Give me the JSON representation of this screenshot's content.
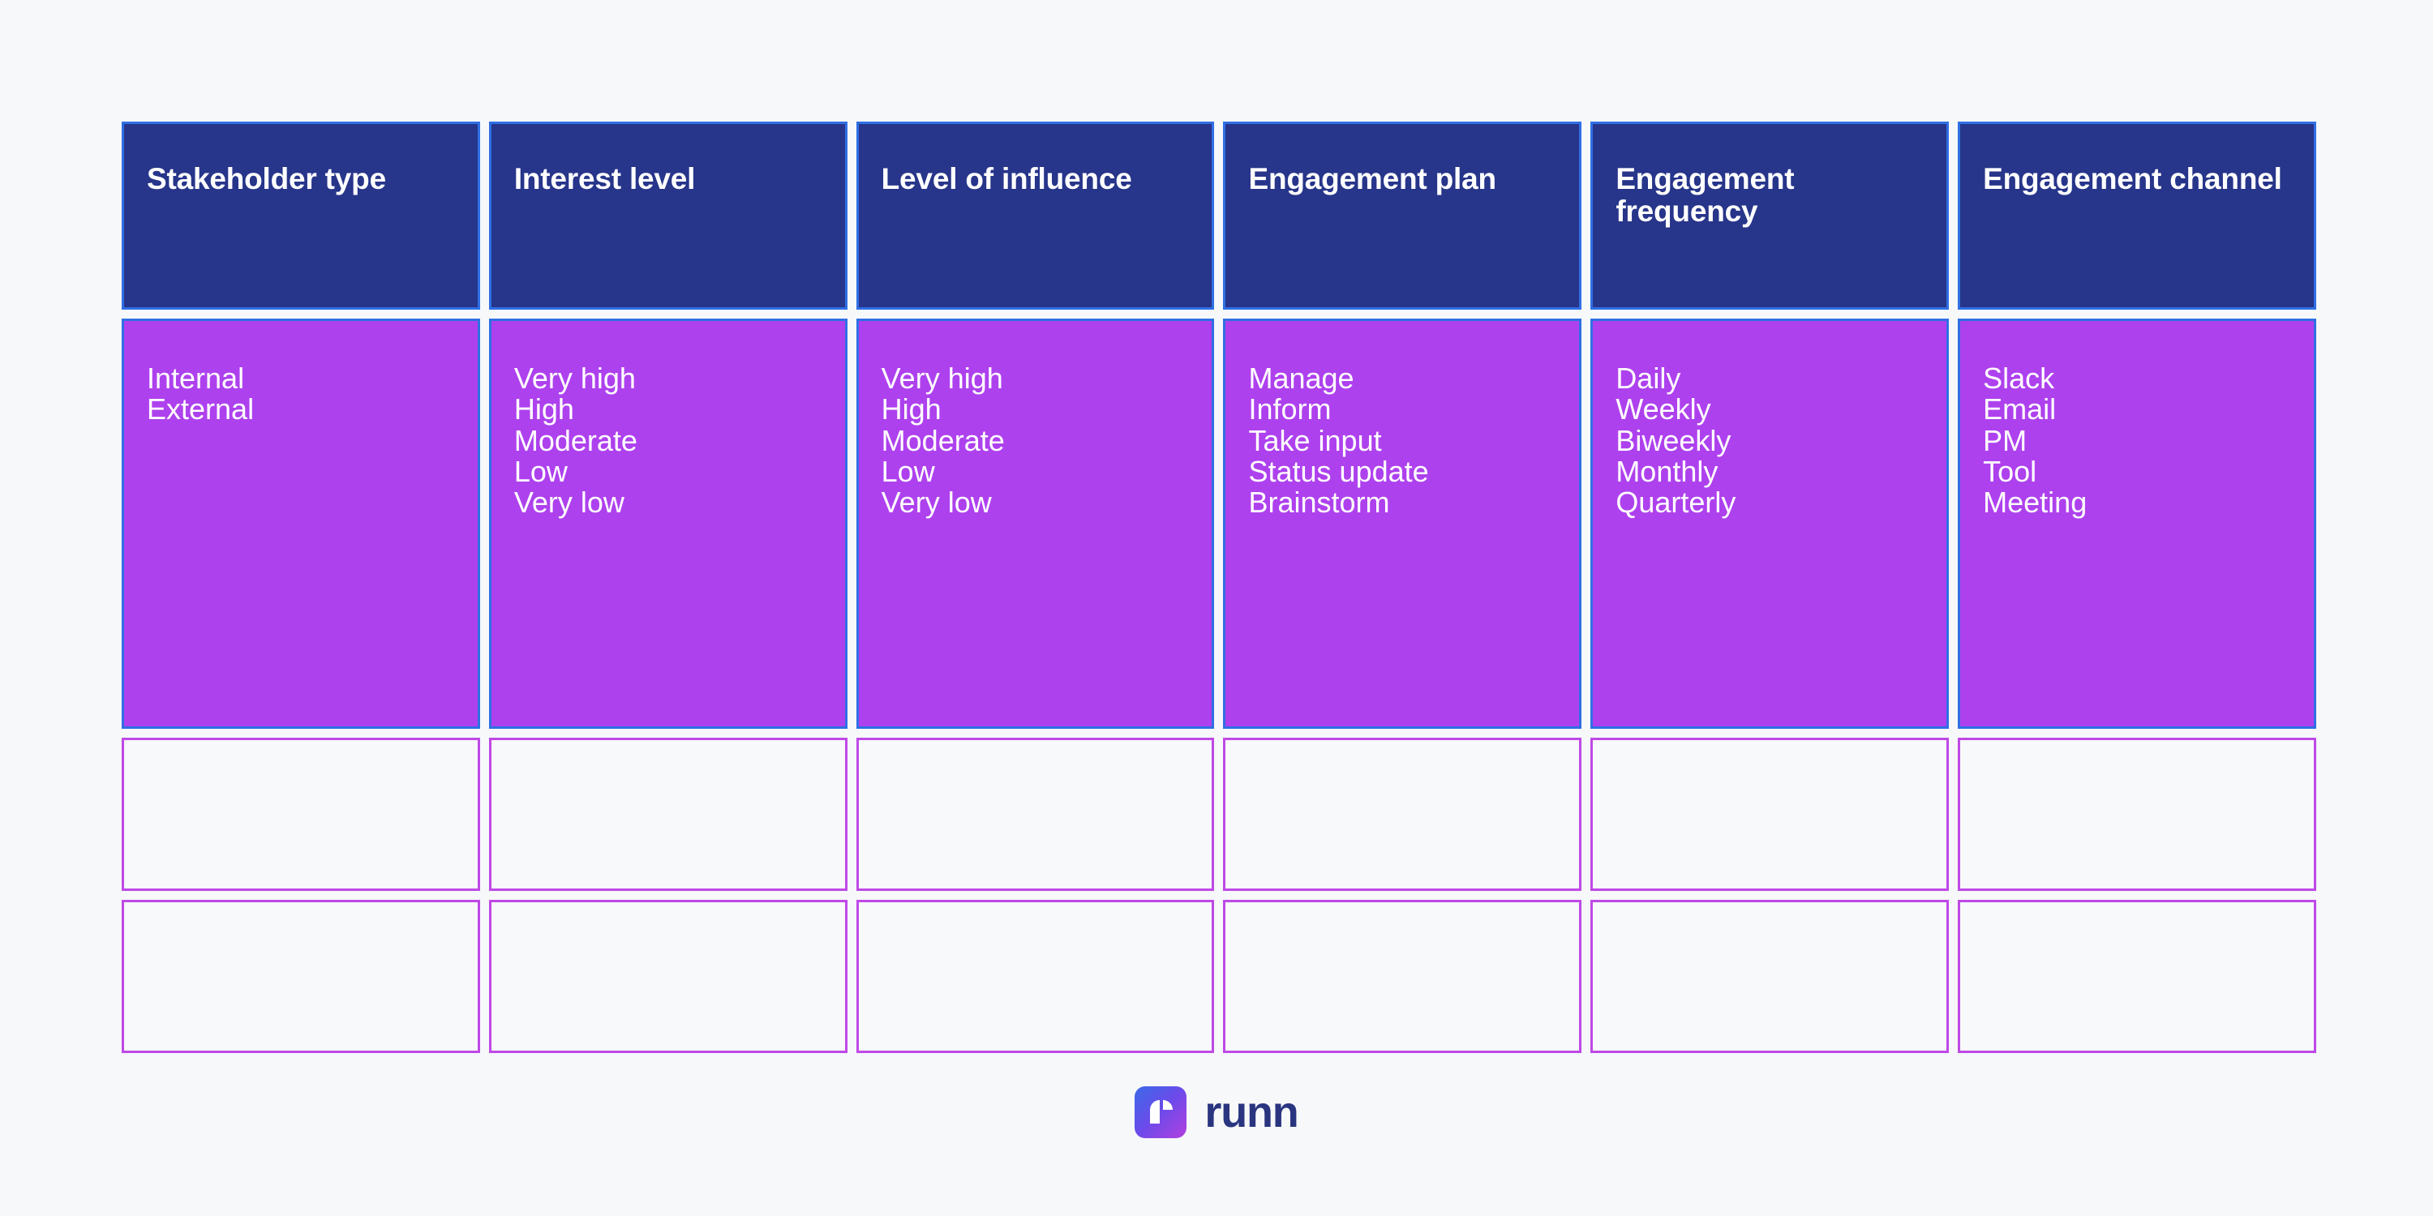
{
  "page": {
    "background_color": "#f6f8fa"
  },
  "table": {
    "header_bg": "#27358a",
    "header_border": "#2f6fe4",
    "data_bg": "#ae41ee",
    "data_border": "#2f6fe4",
    "empty_border": "#bf49e6",
    "text_color": "#ffffff",
    "columns": [
      {
        "header": "Stakeholder type",
        "options": [
          "Internal",
          "External"
        ]
      },
      {
        "header": "Interest level",
        "options": [
          "Very high",
          "High",
          "Moderate",
          "Low",
          "Very low"
        ]
      },
      {
        "header": "Level of influence",
        "options": [
          "Very high",
          "High",
          "Moderate",
          "Low",
          "Very low"
        ]
      },
      {
        "header": "Engagement plan",
        "options": [
          "Manage",
          "Inform",
          "Take input",
          "Status update",
          "Brainstorm"
        ]
      },
      {
        "header": "Engagement frequency",
        "options": [
          "Daily",
          "Weekly",
          "Biweekly",
          "Monthly",
          "Quarterly"
        ]
      },
      {
        "header": "Engagement channel",
        "options": [
          "Slack",
          "Email",
          "PM",
          "Tool",
          "Meeting"
        ]
      }
    ],
    "empty_rows": 2
  },
  "footer": {
    "logo_icon": "runn-logo-mark-icon",
    "wordmark": "runn",
    "wordmark_color": "#2a3580"
  }
}
